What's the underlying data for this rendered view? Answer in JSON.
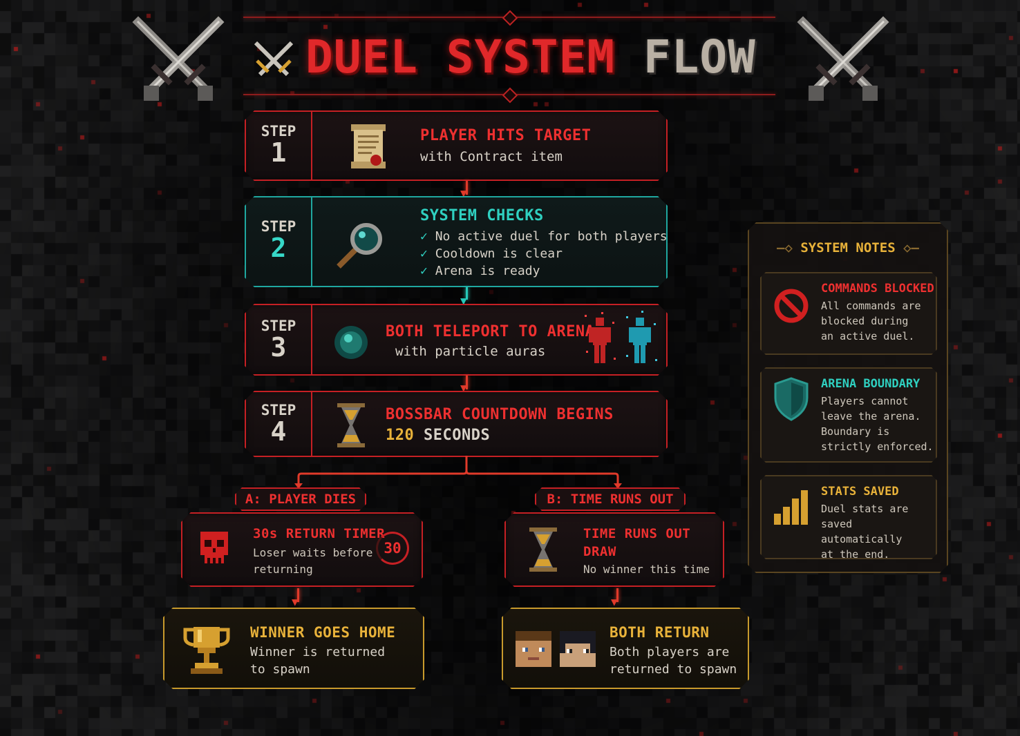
{
  "title": {
    "part1": "DUEL SYSTEM",
    "part2": "FLOW"
  },
  "steps": [
    {
      "label": "STEP",
      "num": "1",
      "icon": "scroll-icon",
      "heading": "PLAYER HITS TARGET",
      "sub": "with Contract item"
    },
    {
      "label": "STEP",
      "num": "2",
      "icon": "magnifier-icon",
      "heading": "SYSTEM CHECKS",
      "checks": [
        "No active duel for both players",
        "Cooldown is clear",
        "Arena is ready"
      ]
    },
    {
      "label": "STEP",
      "num": "3",
      "icon": "ender-pearl-icon",
      "heading": "BOTH TELEPORT TO ARENA",
      "sub": "with particle auras"
    },
    {
      "label": "STEP",
      "num": "4",
      "icon": "hourglass-icon",
      "heading": "BOSSBAR COUNTDOWN BEGINS",
      "count": "120",
      "unit": "SECONDS"
    }
  ],
  "branches": {
    "a": {
      "label": "A: PLAYER DIES",
      "heading": "30s RETURN TIMER",
      "line1": "Loser waits before",
      "line2": "returning",
      "timer": "30",
      "result": {
        "heading": "WINNER GOES HOME",
        "line1": "Winner is returned",
        "line2": "to spawn"
      }
    },
    "b": {
      "label": "B: TIME RUNS OUT",
      "heading": "TIME RUNS OUT",
      "heading2": "DRAW",
      "line1": "No winner this time",
      "result": {
        "heading": "BOTH RETURN",
        "line1": "Both players are",
        "line2": "returned to spawn"
      }
    }
  },
  "notes": {
    "title": "SYSTEM NOTES",
    "items": [
      {
        "heading": "COMMANDS BLOCKED",
        "l1": "All commands are",
        "l2": "blocked during",
        "l3": "an active duel.",
        "l4": "",
        "color": "#ee3030",
        "icon": "blocked-icon"
      },
      {
        "heading": "ARENA BOUNDARY",
        "l1": "Players cannot",
        "l2": "leave the arena.",
        "l3": "Boundary is",
        "l4": "strictly enforced.",
        "color": "#2fd0c0",
        "icon": "shield-icon"
      },
      {
        "heading": "STATS SAVED",
        "l1": "Duel stats are",
        "l2": "saved automatically",
        "l3": "at the end.",
        "l4": "",
        "color": "#e8b23a",
        "icon": "bar-chart-icon"
      }
    ]
  },
  "colors": {
    "red": "#ee3030",
    "teal": "#2fd0c0",
    "gold": "#e8b23a"
  }
}
